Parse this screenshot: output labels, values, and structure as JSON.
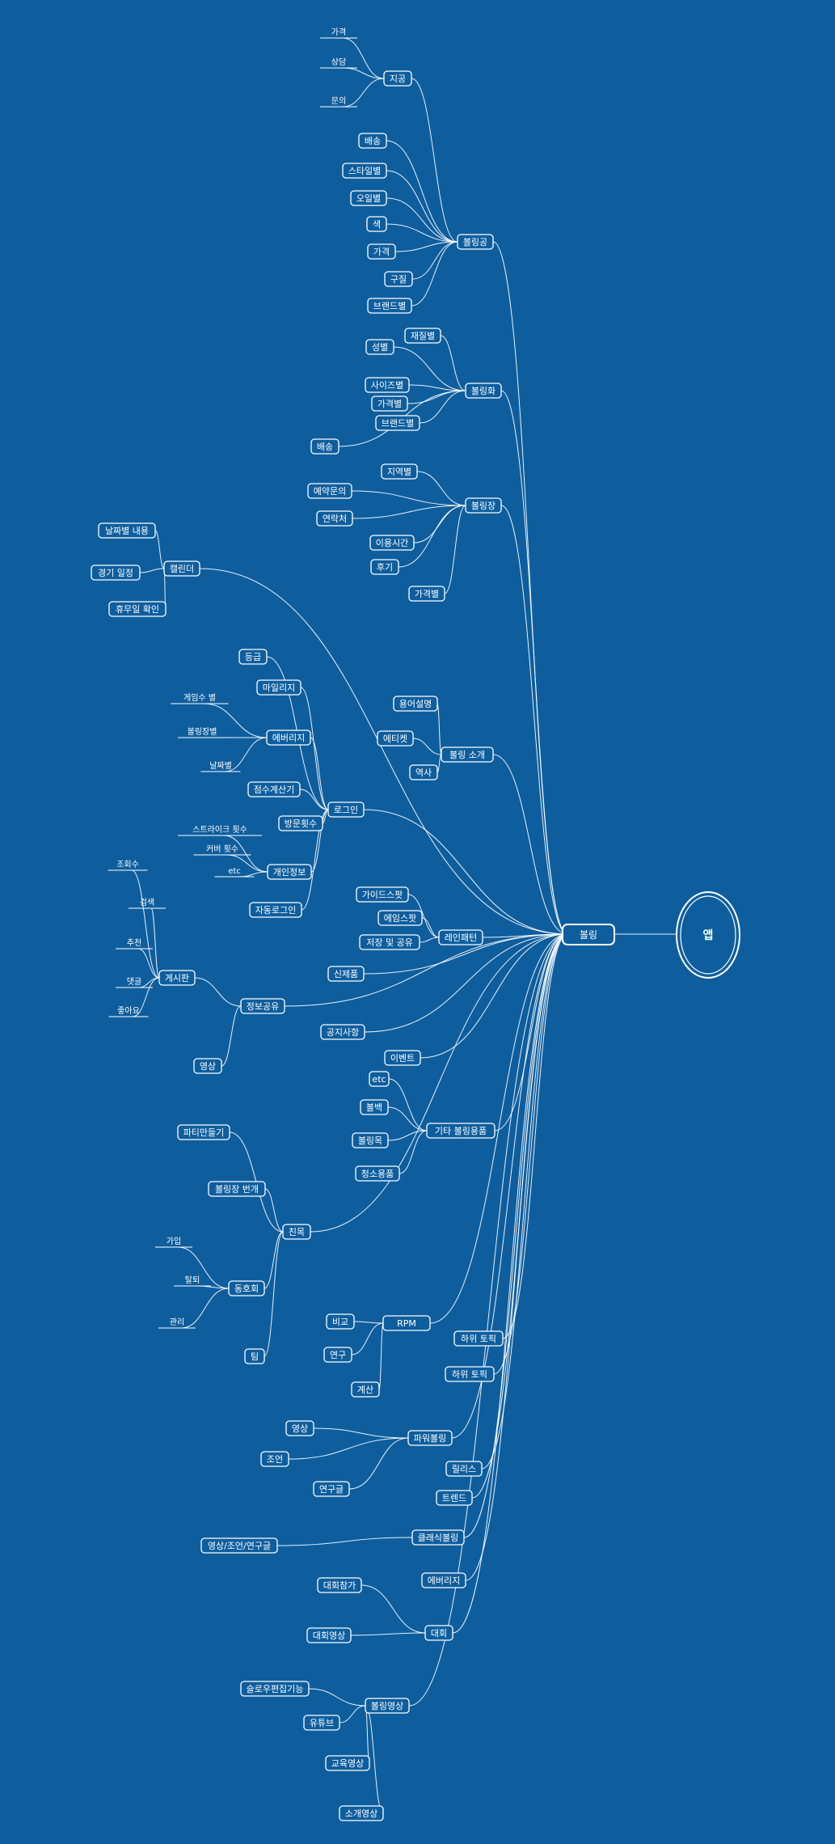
{
  "root": {
    "label": "앱"
  },
  "hub": {
    "label": "볼링"
  },
  "nodes": [
    {
      "id": "gonggu",
      "label": "지공",
      "boxed": true,
      "parent": "ball"
    },
    {
      "id": "gonggu_price",
      "label": "가격",
      "boxed": false,
      "parent": "gonggu"
    },
    {
      "id": "gonggu_consult",
      "label": "상담",
      "boxed": false,
      "parent": "gonggu"
    },
    {
      "id": "gonggu_inquiry",
      "label": "문의",
      "boxed": false,
      "parent": "gonggu"
    },
    {
      "id": "ball",
      "label": "볼링공",
      "boxed": true,
      "parent": "hub"
    },
    {
      "id": "ball_ship",
      "label": "배송",
      "boxed": true,
      "parent": "ball"
    },
    {
      "id": "ball_style",
      "label": "스타일별",
      "boxed": true,
      "parent": "ball"
    },
    {
      "id": "ball_oil",
      "label": "오일별",
      "boxed": true,
      "parent": "ball"
    },
    {
      "id": "ball_color",
      "label": "색",
      "boxed": true,
      "parent": "ball"
    },
    {
      "id": "ball_price",
      "label": "가격",
      "boxed": true,
      "parent": "ball"
    },
    {
      "id": "ball_material",
      "label": "구질",
      "boxed": true,
      "parent": "ball"
    },
    {
      "id": "ball_brand",
      "label": "브랜드별",
      "boxed": true,
      "parent": "ball"
    },
    {
      "id": "shoe",
      "label": "볼링화",
      "boxed": true,
      "parent": "hub"
    },
    {
      "id": "shoe_material",
      "label": "재질별",
      "boxed": true,
      "parent": "shoe"
    },
    {
      "id": "shoe_gender",
      "label": "성별",
      "boxed": true,
      "parent": "shoe"
    },
    {
      "id": "shoe_size",
      "label": "사이즈별",
      "boxed": true,
      "parent": "shoe"
    },
    {
      "id": "shoe_price",
      "label": "가격별",
      "boxed": true,
      "parent": "shoe"
    },
    {
      "id": "shoe_brand",
      "label": "브랜드별",
      "boxed": true,
      "parent": "shoe"
    },
    {
      "id": "shoe_ship",
      "label": "배송",
      "boxed": true,
      "parent": "shoe"
    },
    {
      "id": "alley",
      "label": "볼링장",
      "boxed": true,
      "parent": "hub"
    },
    {
      "id": "alley_region",
      "label": "지역별",
      "boxed": true,
      "parent": "alley"
    },
    {
      "id": "alley_reserve",
      "label": "예약문의",
      "boxed": true,
      "parent": "alley"
    },
    {
      "id": "alley_contact",
      "label": "연락처",
      "boxed": true,
      "parent": "alley"
    },
    {
      "id": "alley_hours",
      "label": "이용시간",
      "boxed": true,
      "parent": "alley"
    },
    {
      "id": "alley_review",
      "label": "후기",
      "boxed": true,
      "parent": "alley"
    },
    {
      "id": "alley_price",
      "label": "가격별",
      "boxed": true,
      "parent": "alley"
    },
    {
      "id": "calendar",
      "label": "캘린더",
      "boxed": true,
      "parent": "hub"
    },
    {
      "id": "cal_date",
      "label": "날짜별 내용",
      "boxed": true,
      "parent": "calendar"
    },
    {
      "id": "cal_game",
      "label": "경기 일정",
      "boxed": true,
      "parent": "calendar"
    },
    {
      "id": "cal_holiday",
      "label": "휴무일 확인",
      "boxed": true,
      "parent": "calendar"
    },
    {
      "id": "login",
      "label": "로그인",
      "boxed": true,
      "parent": "hub"
    },
    {
      "id": "login_grade",
      "label": "등급",
      "boxed": true,
      "parent": "login"
    },
    {
      "id": "login_mileage",
      "label": "마일리지",
      "boxed": true,
      "parent": "login"
    },
    {
      "id": "login_avg",
      "label": "에버리지",
      "boxed": true,
      "parent": "login"
    },
    {
      "id": "avg_games",
      "label": "게임수 별",
      "boxed": false,
      "parent": "login_avg"
    },
    {
      "id": "avg_alley",
      "label": "볼링장별",
      "boxed": false,
      "parent": "login_avg"
    },
    {
      "id": "avg_date",
      "label": "날짜별",
      "boxed": false,
      "parent": "login_avg"
    },
    {
      "id": "login_score",
      "label": "점수계산기",
      "boxed": true,
      "parent": "login"
    },
    {
      "id": "login_visits",
      "label": "방문횟수",
      "boxed": true,
      "parent": "login"
    },
    {
      "id": "login_personal",
      "label": "개인정보",
      "boxed": true,
      "parent": "login"
    },
    {
      "id": "pers_strike",
      "label": "스트라이크 횟수",
      "boxed": false,
      "parent": "login_personal"
    },
    {
      "id": "pers_cover",
      "label": "커버 횟수",
      "boxed": false,
      "parent": "login_personal"
    },
    {
      "id": "pers_etc",
      "label": "etc",
      "boxed": false,
      "parent": "login_personal"
    },
    {
      "id": "login_auto",
      "label": "자동로그인",
      "boxed": true,
      "parent": "login"
    },
    {
      "id": "intro",
      "label": "볼링 소개",
      "boxed": true,
      "parent": "hub"
    },
    {
      "id": "intro_terms",
      "label": "용어설명",
      "boxed": true,
      "parent": "intro"
    },
    {
      "id": "intro_etiquette",
      "label": "에티켓",
      "boxed": true,
      "parent": "intro"
    },
    {
      "id": "intro_history",
      "label": "역사",
      "boxed": true,
      "parent": "intro"
    },
    {
      "id": "lane",
      "label": "레인패턴",
      "boxed": true,
      "parent": "hub"
    },
    {
      "id": "lane_guide",
      "label": "가이드스팟",
      "boxed": true,
      "parent": "lane"
    },
    {
      "id": "lane_aim",
      "label": "에임스팟",
      "boxed": true,
      "parent": "lane"
    },
    {
      "id": "lane_save",
      "label": "저장 및 공유",
      "boxed": true,
      "parent": "lane"
    },
    {
      "id": "new_product",
      "label": "신제품",
      "boxed": true,
      "parent": "hub"
    },
    {
      "id": "share",
      "label": "정보공유",
      "boxed": true,
      "parent": "hub"
    },
    {
      "id": "board",
      "label": "게시판",
      "boxed": true,
      "parent": "share"
    },
    {
      "id": "board_views",
      "label": "조회수",
      "boxed": false,
      "parent": "board"
    },
    {
      "id": "board_search",
      "label": "검색",
      "boxed": false,
      "parent": "board"
    },
    {
      "id": "board_recommend",
      "label": "추천",
      "boxed": false,
      "parent": "board"
    },
    {
      "id": "board_comment",
      "label": "댓글",
      "boxed": false,
      "parent": "board"
    },
    {
      "id": "board_like",
      "label": "좋아요",
      "boxed": false,
      "parent": "board"
    },
    {
      "id": "share_video",
      "label": "영상",
      "boxed": true,
      "parent": "share"
    },
    {
      "id": "notice",
      "label": "공지사항",
      "boxed": true,
      "parent": "hub"
    },
    {
      "id": "event",
      "label": "이벤트",
      "boxed": true,
      "parent": "hub"
    },
    {
      "id": "goods",
      "label": "기타 볼링용품",
      "boxed": true,
      "parent": "hub"
    },
    {
      "id": "goods_etc",
      "label": "etc",
      "boxed": true,
      "parent": "goods"
    },
    {
      "id": "goods_bag",
      "label": "볼백",
      "boxed": true,
      "parent": "goods"
    },
    {
      "id": "goods_glove",
      "label": "볼링목",
      "boxed": true,
      "parent": "goods"
    },
    {
      "id": "goods_clean",
      "label": "청소용품",
      "boxed": true,
      "parent": "goods"
    },
    {
      "id": "social",
      "label": "친목",
      "boxed": true,
      "parent": "hub"
    },
    {
      "id": "social_party",
      "label": "파티만들기",
      "boxed": true,
      "parent": "social"
    },
    {
      "id": "social_lightning",
      "label": "볼링장 번개",
      "boxed": true,
      "parent": "social"
    },
    {
      "id": "club",
      "label": "동호회",
      "boxed": true,
      "parent": "social"
    },
    {
      "id": "club_join",
      "label": "가입",
      "boxed": false,
      "parent": "club"
    },
    {
      "id": "club_leave",
      "label": "탈퇴",
      "boxed": false,
      "parent": "club"
    },
    {
      "id": "club_manage",
      "label": "관리",
      "boxed": false,
      "parent": "club"
    },
    {
      "id": "social_team",
      "label": "팀",
      "boxed": true,
      "parent": "social"
    },
    {
      "id": "rpm",
      "label": "RPM",
      "boxed": true,
      "parent": "hub"
    },
    {
      "id": "rpm_compare",
      "label": "비교",
      "boxed": true,
      "parent": "rpm"
    },
    {
      "id": "rpm_research",
      "label": "연구",
      "boxed": true,
      "parent": "rpm"
    },
    {
      "id": "rpm_calc",
      "label": "계산",
      "boxed": true,
      "parent": "rpm"
    },
    {
      "id": "subtopic1",
      "label": "하위 토픽",
      "boxed": true,
      "parent": "hub"
    },
    {
      "id": "subtopic2",
      "label": "하위 토픽",
      "boxed": true,
      "parent": "hub"
    },
    {
      "id": "power",
      "label": "파워볼링",
      "boxed": true,
      "parent": "hub"
    },
    {
      "id": "power_video",
      "label": "영상",
      "boxed": true,
      "parent": "power"
    },
    {
      "id": "power_advice",
      "label": "조언",
      "boxed": true,
      "parent": "power"
    },
    {
      "id": "power_paper",
      "label": "연구글",
      "boxed": true,
      "parent": "power"
    },
    {
      "id": "release",
      "label": "릴리스",
      "boxed": true,
      "parent": "hub"
    },
    {
      "id": "trend",
      "label": "트렌드",
      "boxed": true,
      "parent": "hub"
    },
    {
      "id": "classic",
      "label": "클래식볼링",
      "boxed": true,
      "parent": "hub"
    },
    {
      "id": "classic_mix",
      "label": "영상/조언/연구글",
      "boxed": true,
      "parent": "classic"
    },
    {
      "id": "average",
      "label": "에버리지",
      "boxed": true,
      "parent": "hub"
    },
    {
      "id": "contest",
      "label": "대회",
      "boxed": true,
      "parent": "hub"
    },
    {
      "id": "contest_join",
      "label": "대회참가",
      "boxed": true,
      "parent": "contest"
    },
    {
      "id": "contest_video",
      "label": "대회영상",
      "boxed": true,
      "parent": "contest"
    },
    {
      "id": "video",
      "label": "볼링영상",
      "boxed": true,
      "parent": "hub"
    },
    {
      "id": "video_slow",
      "label": "슬로우편집기능",
      "boxed": true,
      "parent": "video"
    },
    {
      "id": "video_youtube",
      "label": "유튜브",
      "boxed": true,
      "parent": "video"
    },
    {
      "id": "video_edu",
      "label": "교육영상",
      "boxed": true,
      "parent": "video"
    },
    {
      "id": "video_intro",
      "label": "소개영상",
      "boxed": true,
      "parent": "video"
    }
  ]
}
